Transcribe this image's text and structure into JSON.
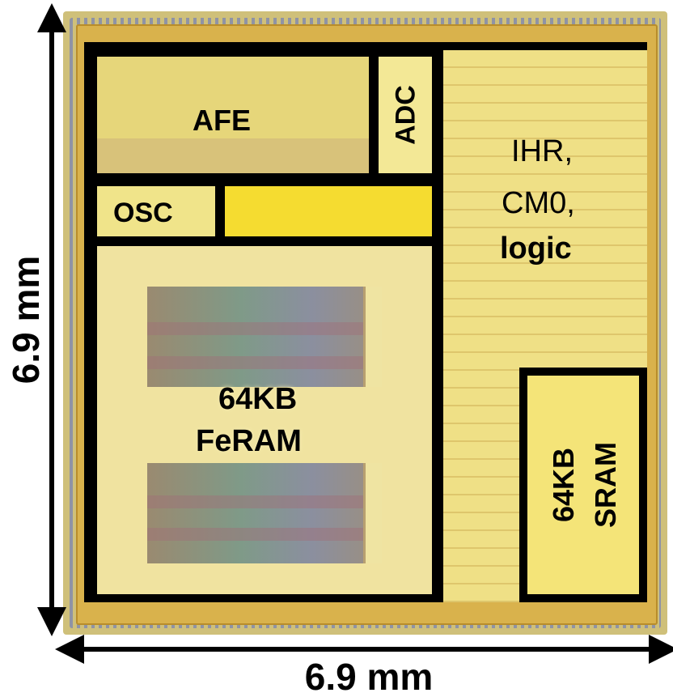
{
  "blocks": {
    "afe": "AFE",
    "adc": "ADC",
    "osc": "OSC",
    "logic_line1": "IHR,",
    "logic_line2": "CM0,",
    "logic_line3": "logic",
    "feram_line1": "64KB",
    "feram_line2": "FeRAM",
    "sram_line1": "64KB",
    "sram_line2": "SRAM"
  },
  "dimensions": {
    "height": "6.9 mm",
    "width": "6.9 mm"
  },
  "colors": {
    "die": "#d9b24c",
    "core": "#f2e68a",
    "frame": "#000000",
    "highlight_block": "#f5dc30"
  }
}
